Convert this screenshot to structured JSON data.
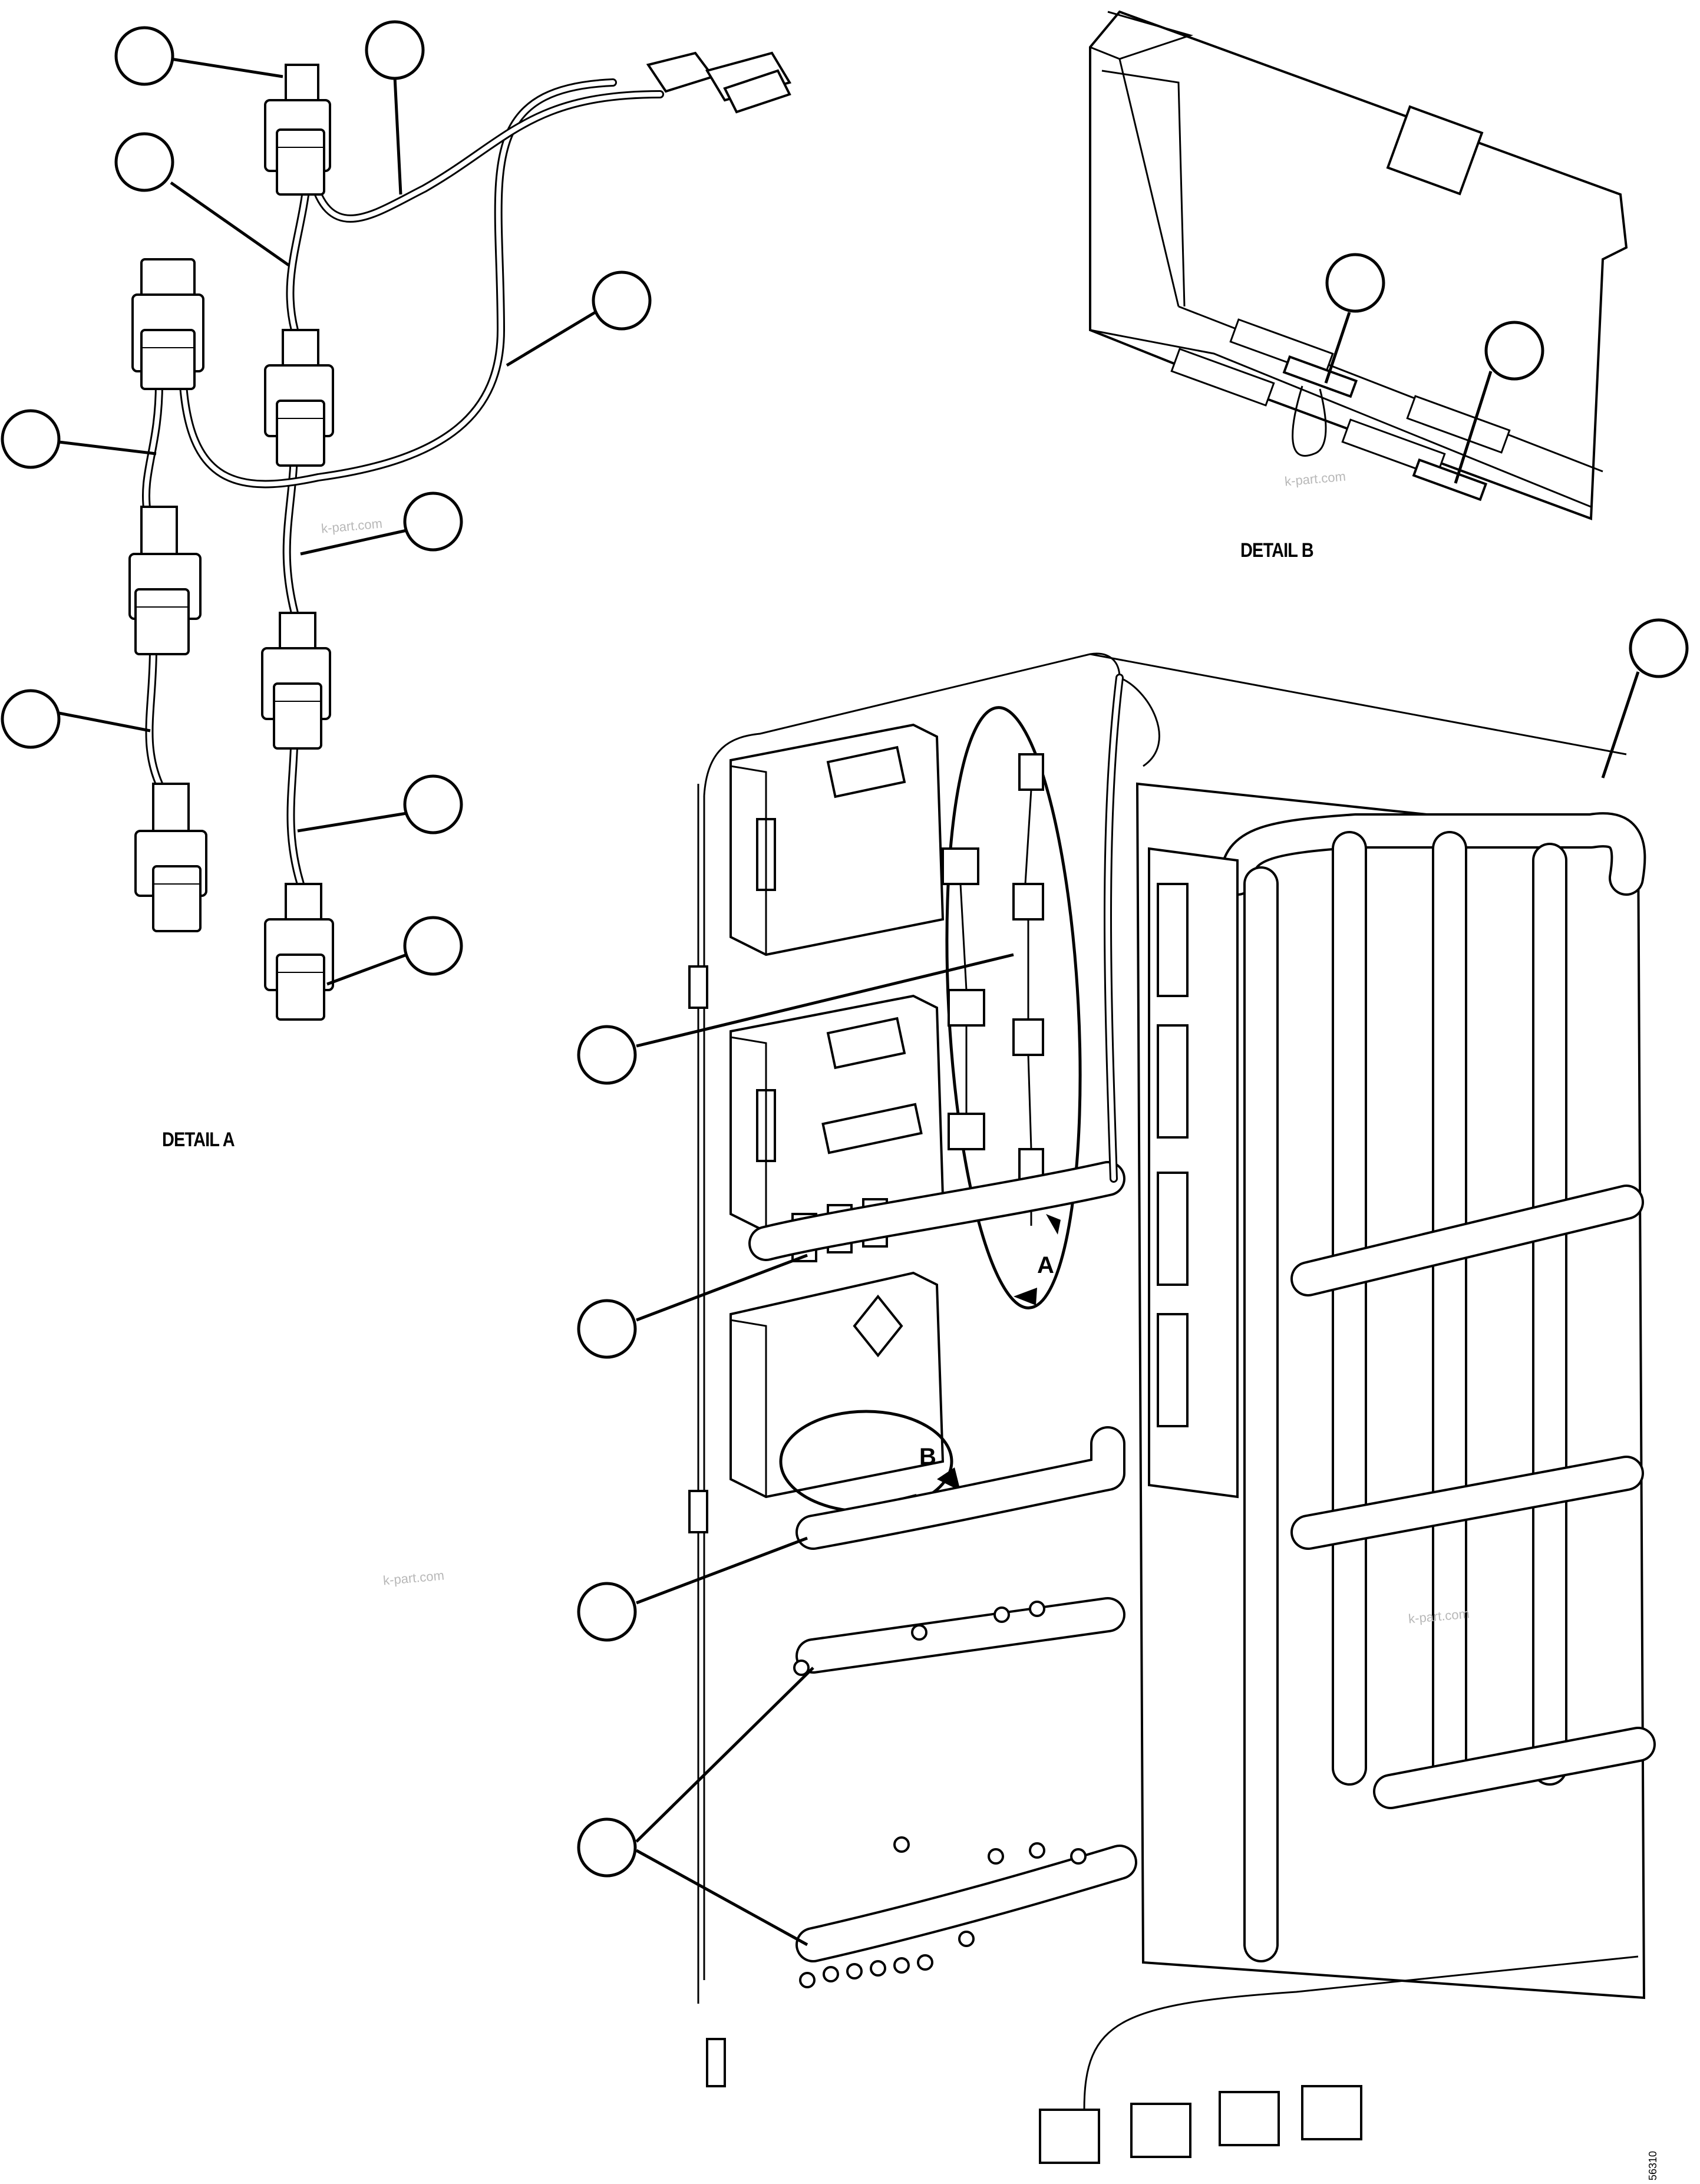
{
  "labels": {
    "detail_a": "DETAIL A",
    "detail_b": "DETAIL B",
    "view_a": "A",
    "view_b": "B",
    "figure_number": "56310"
  },
  "watermark": "k-part.com",
  "icons": {
    "callout_bubble": "callout-bubble-icon",
    "connector": "connector-icon",
    "ring_terminal": "ring-terminal-icon",
    "diamond_label": "diamond-label-icon"
  }
}
